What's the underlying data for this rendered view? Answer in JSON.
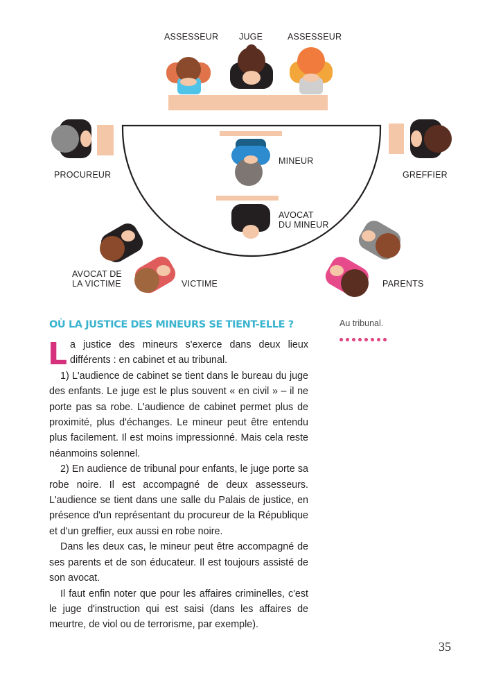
{
  "diagram": {
    "labels": {
      "assesseur_left": "ASSESSEUR",
      "juge": "JUGE",
      "assesseur_right": "ASSESSEUR",
      "procureur": "PROCUREUR",
      "greffier": "GREFFIER",
      "mineur": "MINEUR",
      "avocat_mineur_line1": "AVOCAT",
      "avocat_mineur_line2": "DU MINEUR",
      "avocat_victime_line1": "AVOCAT DE",
      "avocat_victime_line2": "LA VICTIME",
      "victime": "VICTIME",
      "parents": "PARENTS"
    },
    "colors": {
      "table": "#f5c7a9",
      "line": "#231f20",
      "skin": "#f3c7a8"
    }
  },
  "section": {
    "heading": "OÙ LA JUSTICE DES MINEURS SE TIENT-ELLE ?",
    "caption": "Au tribunal.",
    "dropcap": "L",
    "paragraphs": [
      "a justice des mineurs s'exerce dans deux lieux différents : en cabinet et au tribunal.",
      "1) L'audience de cabinet se tient dans le bureau du juge des enfants. Le juge est le plus souvent « en civil » – il ne porte pas sa robe. L'audience de cabinet permet plus de proximité, plus d'échanges. Le mineur peut être entendu plus facilement. Il est moins impressionné. Mais cela reste néanmoins solennel.",
      "2) En audience de tribunal pour enfants, le juge porte sa robe noire. Il est accompagné de deux assesseurs. L'audience se tient dans une salle du Palais de justice, en présence d'un représentant du procureur de la République et d'un greffier, eux aussi en robe noire.",
      "Dans les deux cas, le mineur peut être accompagné de ses parents et de son éducateur. Il est toujours assisté de son avocat.",
      "Il faut enfin noter que pour les affaires criminelles, c'est le juge d'instruction qui est saisi (dans les affaires de meurtre, de viol ou de terrorisme, par exemple)."
    ]
  },
  "page_number": "35"
}
